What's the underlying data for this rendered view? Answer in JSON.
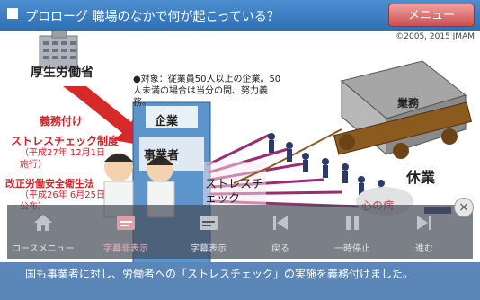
{
  "header": {
    "title": "プロローグ 職場のなかで何が起こっている？",
    "menu_label": "メニュー"
  },
  "copyright": "©2005, 2015 JMAM",
  "slide": {
    "ministry": "厚生労働省",
    "target_text": "●対象：従業員50人以上の企業。50人未満の場合は当分の間、努力義務。",
    "duty": "義務付け",
    "stress_system": "ストレスチェック制度",
    "date1": "（平成27年 12月1日施行）",
    "law": "改正労働安全衛生法",
    "date2": "（平成26年 6月25日公布）",
    "company": "企業",
    "employer": "事業者",
    "stress_check": "ストレスチェック",
    "leave": "休業",
    "heart_illness": "心の病",
    "cargo": "業務"
  },
  "toolbar": {
    "items": [
      {
        "label": "コースメニュー",
        "icon": "home-icon"
      },
      {
        "label": "字幕非表示",
        "icon": "subtitle-icon"
      },
      {
        "label": "字幕表示",
        "icon": "subtitle-on-icon"
      },
      {
        "label": "戻る",
        "icon": "back-icon"
      },
      {
        "label": "一時停止",
        "icon": "pause-icon"
      },
      {
        "label": "進む",
        "icon": "forward-icon"
      }
    ]
  },
  "caption": "国も事業者に対し、労働者への「ストレスチェック」の実施を義務付けました。",
  "colors": {
    "header": "#2f6fb4",
    "menu_button": "#c94f4f",
    "accent_red": "#d3242a",
    "caption_bg": "#5a87b8"
  }
}
